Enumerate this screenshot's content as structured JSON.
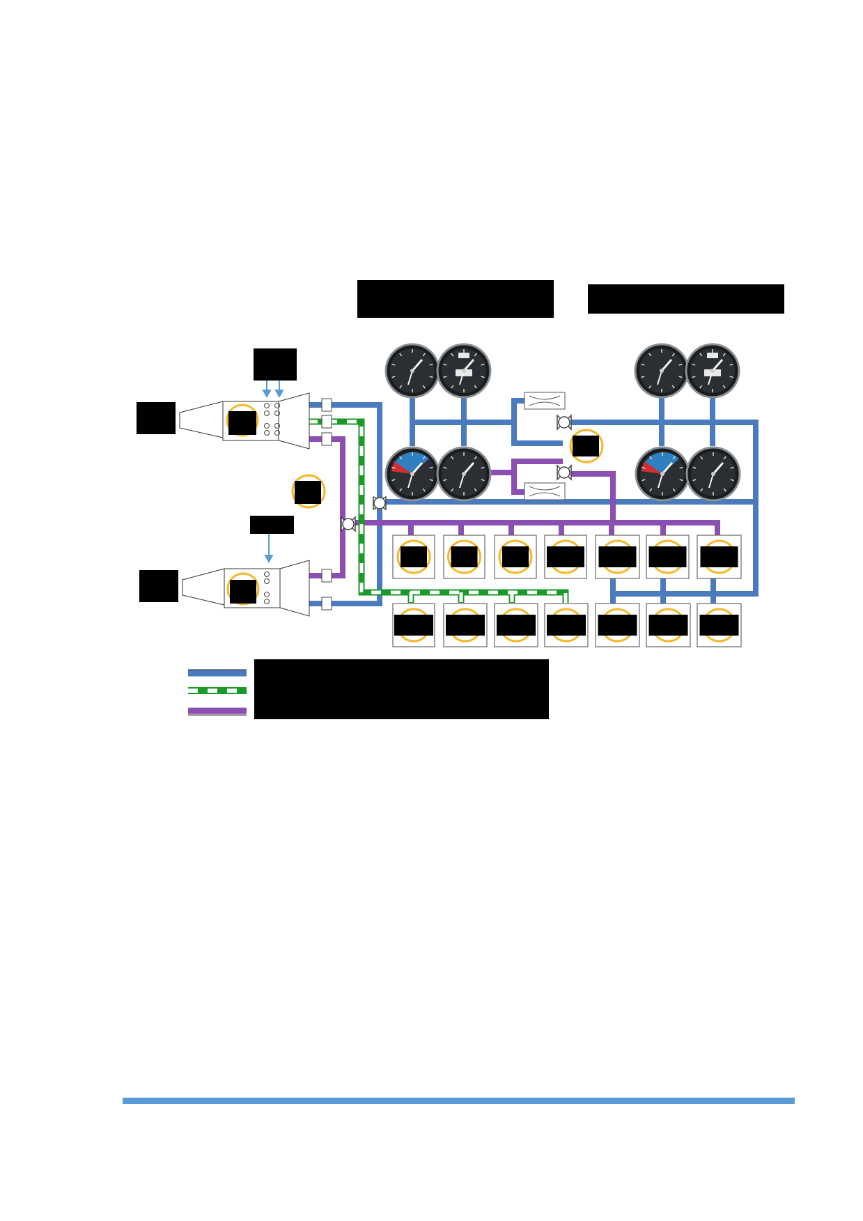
{
  "colors": {
    "blue": "#4a7bbf",
    "green": "#1b9a2a",
    "purple": "#8a4fb0",
    "highlight": "#f5b82a",
    "redaction": "#000000",
    "gauge_face": "#2b2f33",
    "altimeter_blue": "#2f7fc1",
    "footer_rule": "#5b9bd5"
  },
  "legend": {
    "entries": [
      {
        "line": "blue"
      },
      {
        "line": "green-white-dashed"
      },
      {
        "line": "purple"
      }
    ]
  },
  "icons": {
    "gauges": [
      "altimeter-icon",
      "attitude-indicator-icon",
      "vertical-speed-indicator-icon",
      "airspeed-indicator-icon"
    ],
    "devices": [
      "pitot-static-probe-icon",
      "selector-valve-icon",
      "air-data-module-icon",
      "consumer-box-icon"
    ]
  }
}
